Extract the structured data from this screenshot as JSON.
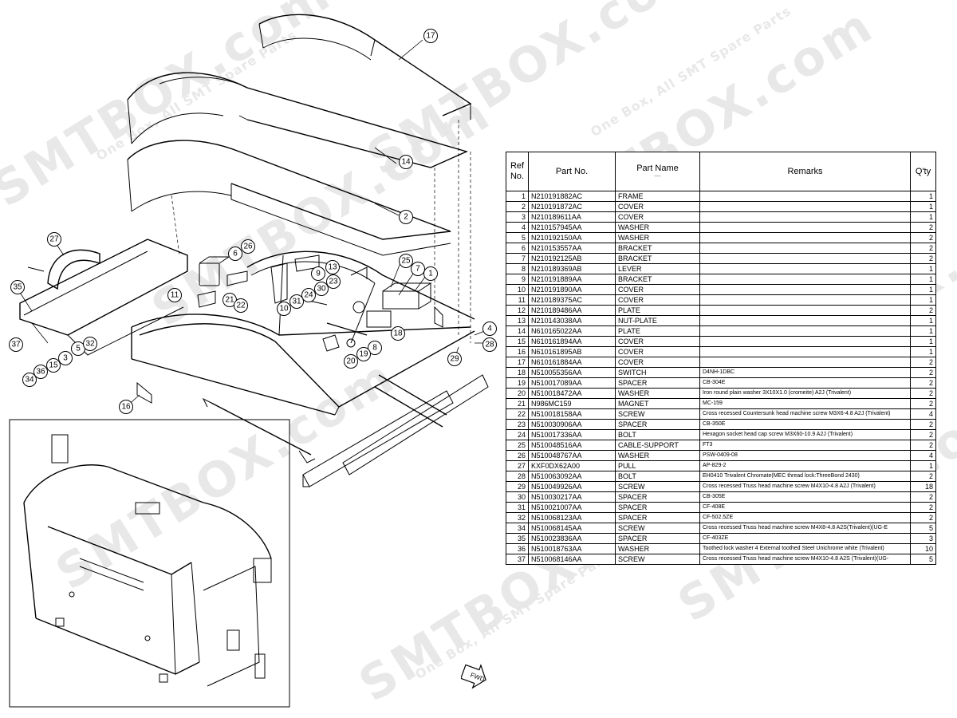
{
  "callouts": [
    "17",
    "14",
    "2",
    "27",
    "26",
    "6",
    "13",
    "25",
    "7",
    "1",
    "9",
    "23",
    "30",
    "24",
    "11",
    "21",
    "22",
    "10",
    "31",
    "35",
    "18",
    "4",
    "28",
    "37",
    "5",
    "32",
    "15",
    "3",
    "36",
    "34",
    "8",
    "19",
    "20",
    "29",
    "16"
  ],
  "forward_label": "FWD",
  "table": {
    "headers": {
      "ref_line1": "Ref",
      "ref_line2": "No.",
      "part_no": "Part No.",
      "part_name": "Part Name",
      "part_name_sub": "—",
      "remarks": "Remarks",
      "qty": "Q'ty"
    },
    "rows": [
      {
        "ref": "1",
        "part_no": "N210191882AC",
        "name": "FRAME",
        "remarks": "",
        "qty": "1"
      },
      {
        "ref": "2",
        "part_no": "N210191872AC",
        "name": "COVER",
        "remarks": "",
        "qty": "1"
      },
      {
        "ref": "3",
        "part_no": "N210189611AA",
        "name": "COVER",
        "remarks": "",
        "qty": "1"
      },
      {
        "ref": "4",
        "part_no": "N210157945AA",
        "name": "WASHER",
        "remarks": "",
        "qty": "2"
      },
      {
        "ref": "5",
        "part_no": "N210192150AA",
        "name": "WASHER",
        "remarks": "",
        "qty": "2"
      },
      {
        "ref": "6",
        "part_no": "N210153557AA",
        "name": "BRACKET",
        "remarks": "",
        "qty": "2"
      },
      {
        "ref": "7",
        "part_no": "N210192125AB",
        "name": "BRACKET",
        "remarks": "",
        "qty": "2"
      },
      {
        "ref": "8",
        "part_no": "N210189369AB",
        "name": "LEVER",
        "remarks": "",
        "qty": "1"
      },
      {
        "ref": "9",
        "part_no": "N210191889AA",
        "name": "BRACKET",
        "remarks": "",
        "qty": "1"
      },
      {
        "ref": "10",
        "part_no": "N210191890AA",
        "name": "COVER",
        "remarks": "",
        "qty": "1"
      },
      {
        "ref": "11",
        "part_no": "N210189375AC",
        "name": "COVER",
        "remarks": "",
        "qty": "1"
      },
      {
        "ref": "12",
        "part_no": "N210189486AA",
        "name": "PLATE",
        "remarks": "",
        "qty": "2"
      },
      {
        "ref": "13",
        "part_no": "N210143038AA",
        "name": "NUT-PLATE",
        "remarks": "",
        "qty": "1"
      },
      {
        "ref": "14",
        "part_no": "N610165022AA",
        "name": "PLATE",
        "remarks": "",
        "qty": "1"
      },
      {
        "ref": "15",
        "part_no": "N610161894AA",
        "name": "COVER",
        "remarks": "",
        "qty": "1"
      },
      {
        "ref": "16",
        "part_no": "N610161895AB",
        "name": "COVER",
        "remarks": "",
        "qty": "1"
      },
      {
        "ref": "17",
        "part_no": "N610161884AA",
        "name": "COVER",
        "remarks": "",
        "qty": "2"
      },
      {
        "ref": "18",
        "part_no": "N510055356AA",
        "name": "SWITCH",
        "remarks": "D4NH-1DBC",
        "qty": "2"
      },
      {
        "ref": "19",
        "part_no": "N510017089AA",
        "name": "SPACER",
        "remarks": "CB-304E",
        "qty": "2"
      },
      {
        "ref": "20",
        "part_no": "N510018472AA",
        "name": "WASHER",
        "remarks": "Iron round plain washer 3X10X1.0 (cromeite) A2J (Trivalent)",
        "qty": "2"
      },
      {
        "ref": "21",
        "part_no": "N986MC159",
        "name": "MAGNET",
        "remarks": "MC-159",
        "qty": "2"
      },
      {
        "ref": "22",
        "part_no": "N510018158AA",
        "name": "SCREW",
        "remarks": "Cross recessed Countersunk head machine screw M3X6-4.8 A2J (Trivalent)",
        "qty": "4"
      },
      {
        "ref": "23",
        "part_no": "N510030906AA",
        "name": "SPACER",
        "remarks": "CB-350E",
        "qty": "2"
      },
      {
        "ref": "24",
        "part_no": "N510017336AA",
        "name": "BOLT",
        "remarks": "Hexagon socket head cap screw M3X60-10.9 A2J (Trivalent)",
        "qty": "2"
      },
      {
        "ref": "25",
        "part_no": "N510048516AA",
        "name": "CABLE-SUPPORT",
        "remarks": "FT3",
        "qty": "2"
      },
      {
        "ref": "26",
        "part_no": "N510048767AA",
        "name": "WASHER",
        "remarks": "PSW-0409-08",
        "qty": "4"
      },
      {
        "ref": "27",
        "part_no": "KXF0DX62A00",
        "name": "PULL",
        "remarks": "AP-829-2",
        "qty": "1"
      },
      {
        "ref": "28",
        "part_no": "N510063092AA",
        "name": "BOLT",
        "remarks": "EH0410 Trivalent Chromate(MEC thread lock:ThreeBond 2430)",
        "qty": "2"
      },
      {
        "ref": "29",
        "part_no": "N510049926AA",
        "name": "SCREW",
        "remarks": "Cross recessed Truss head machine screw M4X10-4.8 A2J (Trivalent)",
        "qty": "18"
      },
      {
        "ref": "30",
        "part_no": "N510030217AA",
        "name": "SPACER",
        "remarks": "CB-305E",
        "qty": "2"
      },
      {
        "ref": "31",
        "part_no": "N510021007AA",
        "name": "SPACER",
        "remarks": "CF-408E",
        "qty": "2"
      },
      {
        "ref": "32",
        "part_no": "N510068123AA",
        "name": "SPACER",
        "remarks": "CF-502.5ZE",
        "qty": "2"
      },
      {
        "ref": "34",
        "part_no": "N510068145AA",
        "name": "SCREW",
        "remarks": "Cross recessed Truss head machine screw M4X8-4.8 A2S(Trivalent)(UG-E",
        "qty": "5"
      },
      {
        "ref": "35",
        "part_no": "N510023836AA",
        "name": "SPACER",
        "remarks": "CF-403ZE",
        "qty": "3"
      },
      {
        "ref": "36",
        "part_no": "N510018763AA",
        "name": "WASHER",
        "remarks": "Toothed lock washer 4 External toothed Steel Unichrome white (Trivalent)",
        "qty": "10"
      },
      {
        "ref": "37",
        "part_no": "N510068146AA",
        "name": "SCREW",
        "remarks": "Cross recessed Truss head machine screw M4X10-4.8 A2S (Trivalent)(UG-",
        "qty": "5"
      }
    ]
  }
}
